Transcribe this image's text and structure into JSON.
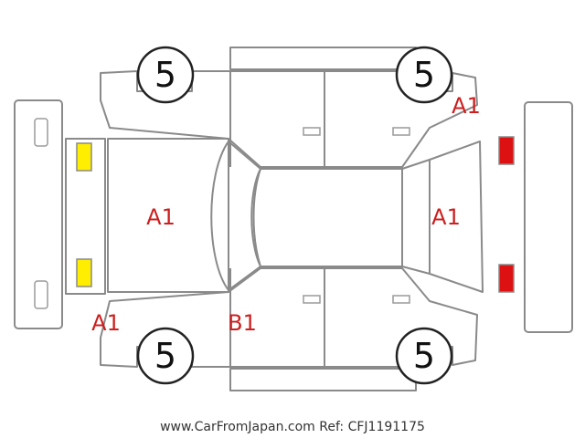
{
  "colors": {
    "outline": "#8a8a8a",
    "code_text": "#cc1f1f",
    "front_lamp": "#ffee00",
    "rear_lamp": "#dd1111"
  },
  "tires": {
    "front_left": "5",
    "rear_left": "5",
    "front_right": "5",
    "rear_right": "5"
  },
  "damage_codes": {
    "hood": "A1",
    "rear_hatch": "A1",
    "rear_right_quarter": "A1",
    "front_left_fender": "A1",
    "left_pillar": "B1"
  },
  "footer": {
    "text": "www.CarFromJapan.com Ref: CFJ1191175"
  }
}
